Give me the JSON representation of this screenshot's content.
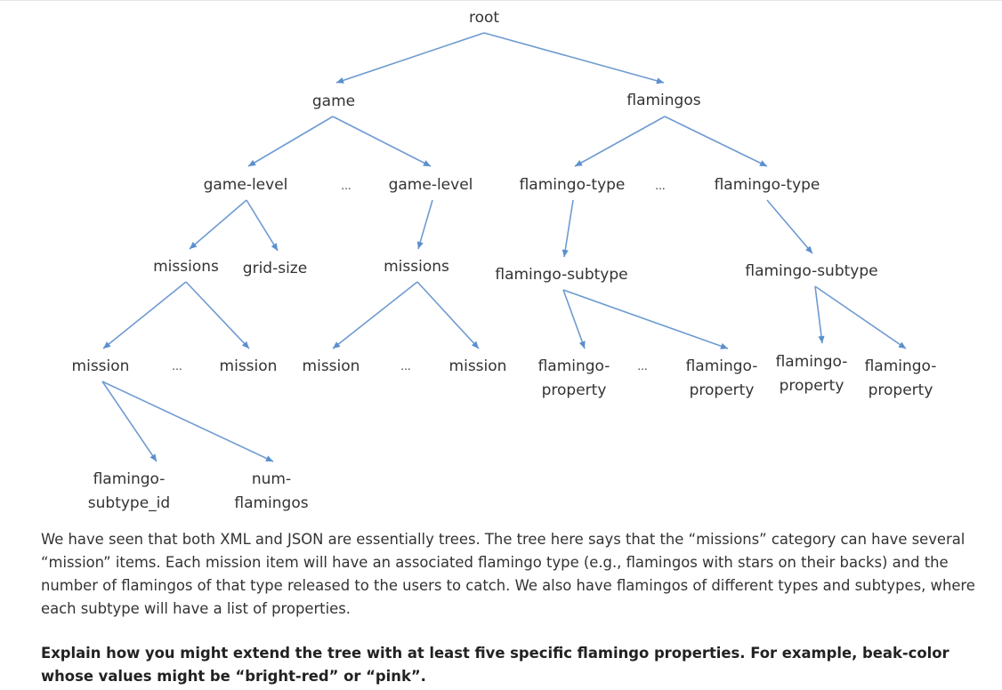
{
  "tree": {
    "nodes": [
      {
        "id": "root",
        "lines": [
          "root"
        ]
      },
      {
        "id": "game",
        "lines": [
          "game"
        ]
      },
      {
        "id": "flamingos",
        "lines": [
          "flamingos"
        ]
      },
      {
        "id": "game-level-1",
        "lines": [
          "game-level"
        ]
      },
      {
        "id": "game-level-2",
        "lines": [
          "game-level"
        ]
      },
      {
        "id": "flamingo-type-1",
        "lines": [
          "flamingo-type"
        ]
      },
      {
        "id": "flamingo-type-2",
        "lines": [
          "flamingo-type"
        ]
      },
      {
        "id": "missions-1",
        "lines": [
          "missions"
        ]
      },
      {
        "id": "grid-size",
        "lines": [
          "grid-size"
        ]
      },
      {
        "id": "missions-2",
        "lines": [
          "missions"
        ]
      },
      {
        "id": "flamingo-subtype-1",
        "lines": [
          "flamingo-subtype"
        ]
      },
      {
        "id": "flamingo-subtype-2",
        "lines": [
          "flamingo-subtype"
        ]
      },
      {
        "id": "mission-1",
        "lines": [
          "mission"
        ]
      },
      {
        "id": "mission-2",
        "lines": [
          "mission"
        ]
      },
      {
        "id": "mission-3",
        "lines": [
          "mission"
        ]
      },
      {
        "id": "mission-4",
        "lines": [
          "mission"
        ]
      },
      {
        "id": "flamingo-property-1",
        "lines": [
          "flamingo-",
          "property"
        ]
      },
      {
        "id": "flamingo-property-2",
        "lines": [
          "flamingo-",
          "property"
        ]
      },
      {
        "id": "flamingo-property-3",
        "lines": [
          "flamingo-",
          "property"
        ]
      },
      {
        "id": "flamingo-property-4",
        "lines": [
          "flamingo-",
          "property"
        ]
      },
      {
        "id": "flamingo-subtype-id",
        "lines": [
          "flamingo-",
          "subtype_id"
        ]
      },
      {
        "id": "num-flamingos",
        "lines": [
          "num-",
          "flamingos"
        ]
      }
    ],
    "ellipses": [
      {
        "id": "ellipsis-game-level",
        "text": "..."
      },
      {
        "id": "ellipsis-flamingo-type",
        "text": "..."
      },
      {
        "id": "ellipsis-mission-1",
        "text": "..."
      },
      {
        "id": "ellipsis-mission-2",
        "text": "..."
      },
      {
        "id": "ellipsis-flamingo-property",
        "text": "..."
      }
    ],
    "edges": [
      [
        "root",
        "game"
      ],
      [
        "root",
        "flamingos"
      ],
      [
        "game",
        "game-level-1"
      ],
      [
        "game",
        "game-level-2"
      ],
      [
        "flamingos",
        "flamingo-type-1"
      ],
      [
        "flamingos",
        "flamingo-type-2"
      ],
      [
        "game-level-1",
        "missions-1"
      ],
      [
        "game-level-1",
        "grid-size"
      ],
      [
        "game-level-2",
        "missions-2"
      ],
      [
        "flamingo-type-1",
        "flamingo-subtype-1"
      ],
      [
        "flamingo-type-2",
        "flamingo-subtype-2"
      ],
      [
        "missions-1",
        "mission-1"
      ],
      [
        "missions-1",
        "mission-2"
      ],
      [
        "missions-2",
        "mission-3"
      ],
      [
        "missions-2",
        "mission-4"
      ],
      [
        "flamingo-subtype-1",
        "flamingo-property-1"
      ],
      [
        "flamingo-subtype-1",
        "flamingo-property-2"
      ],
      [
        "flamingo-subtype-2",
        "flamingo-property-3"
      ],
      [
        "flamingo-subtype-2",
        "flamingo-property-4"
      ],
      [
        "mission-1",
        "flamingo-subtype-id"
      ],
      [
        "mission-1",
        "num-flamingos"
      ]
    ]
  },
  "description": "We have seen that both XML and JSON are essentially trees. The tree here says that the “missions” category can have several “mission” items. Each mission item will have an associated flamingo type (e.g., flamingos with stars on their backs) and the number of flamingos of that type released to the users to catch. We also have flamingos of different types and subtypes, where each subtype will have a list of properties.",
  "question": "Explain how you might extend the tree with at least five specific flamingo properties. For example, beak-color whose values might be “bright-red” or “pink”."
}
